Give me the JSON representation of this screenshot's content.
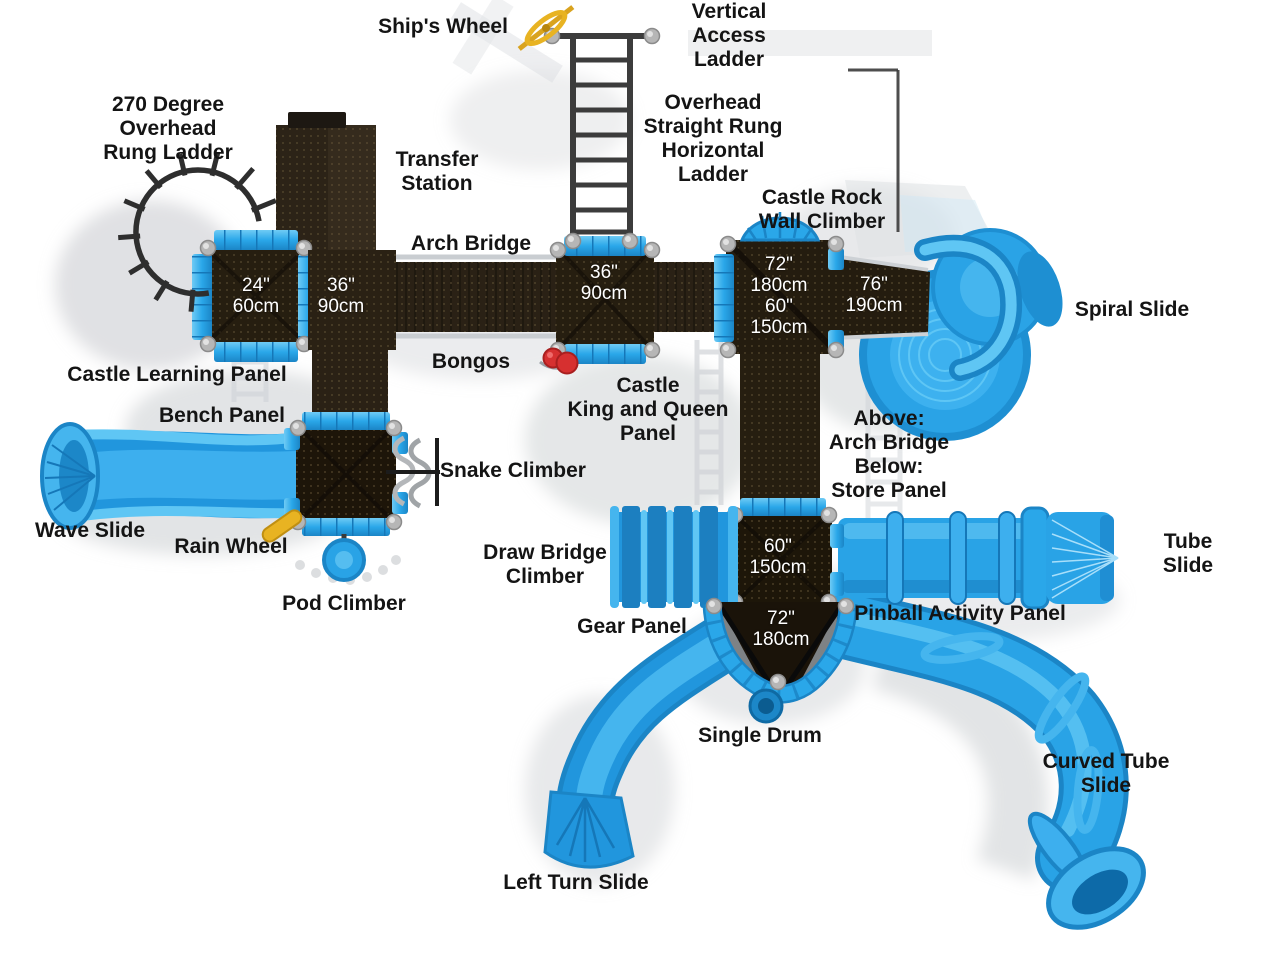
{
  "figure": {
    "kind": "playground-equipment-top-view-diagram",
    "background": "#ffffff"
  },
  "palette": {
    "slide_blue": "#29a3e6",
    "slide_blue_light": "#5fc6f4",
    "slide_blue_dark": "#1b85c6",
    "rail_blue": "#2aa7e9",
    "deck_brown": "#261e10",
    "metal_gray": "#b6b6b6",
    "ladder_dark": "#3c3c3c",
    "wheel_yellow": "#e8b322",
    "bongo_red": "#d63030",
    "label_text": "#141414",
    "deck_label_text": "#ffffff"
  },
  "labels": [
    {
      "name": "ships-wheel",
      "text": "Ship's Wheel"
    },
    {
      "name": "vertical-access-ladder",
      "text": "Vertical\nAccess\nLadder"
    },
    {
      "name": "overhead-270-rung-ladder",
      "text": "270 Degree\nOverhead\nRung Ladder"
    },
    {
      "name": "overhead-straight-rung-ladder",
      "text": "Overhead\nStraight Rung\nHorizontal\nLadder"
    },
    {
      "name": "transfer-station",
      "text": "Transfer\nStation"
    },
    {
      "name": "castle-rock-wall-climber",
      "text": "Castle Rock\nWall Climber"
    },
    {
      "name": "arch-bridge",
      "text": "Arch Bridge"
    },
    {
      "name": "spiral-slide",
      "text": "Spiral Slide"
    },
    {
      "name": "bongos",
      "text": "Bongos"
    },
    {
      "name": "castle-learning-panel",
      "text": "Castle Learning Panel"
    },
    {
      "name": "castle-king-and-queen-panel",
      "text": "Castle\nKing and Queen\nPanel"
    },
    {
      "name": "bench-panel",
      "text": "Bench Panel"
    },
    {
      "name": "above-below-note",
      "text": "Above:\nArch Bridge\nBelow:\nStore Panel"
    },
    {
      "name": "snake-climber",
      "text": "Snake Climber"
    },
    {
      "name": "wave-slide",
      "text": "Wave Slide"
    },
    {
      "name": "rain-wheel",
      "text": "Rain Wheel"
    },
    {
      "name": "tube-slide",
      "text": "Tube Slide"
    },
    {
      "name": "draw-bridge-climber",
      "text": "Draw Bridge\nClimber"
    },
    {
      "name": "pod-climber",
      "text": "Pod Climber"
    },
    {
      "name": "pinball-activity-panel",
      "text": "Pinball Activity Panel"
    },
    {
      "name": "gear-panel",
      "text": "Gear Panel"
    },
    {
      "name": "single-drum",
      "text": "Single Drum"
    },
    {
      "name": "curved-tube-slide",
      "text": "Curved Tube Slide"
    },
    {
      "name": "left-turn-slide",
      "text": "Left Turn Slide"
    }
  ],
  "deck_labels": [
    {
      "name": "deck-24-60",
      "text": "24\"\n60cm"
    },
    {
      "name": "deck-36-90-left",
      "text": "36\"\n90cm"
    },
    {
      "name": "deck-36-90-center",
      "text": "36\"\n90cm"
    },
    {
      "name": "deck-72-180-60-150",
      "text": "72\"\n180cm\n60\"\n150cm"
    },
    {
      "name": "ramp-76-190",
      "text": "76\"\n190cm"
    },
    {
      "name": "deck-60-150-lower",
      "text": "60\"\n150cm"
    },
    {
      "name": "deck-72-180-bottom",
      "text": "72\"\n180cm"
    }
  ]
}
